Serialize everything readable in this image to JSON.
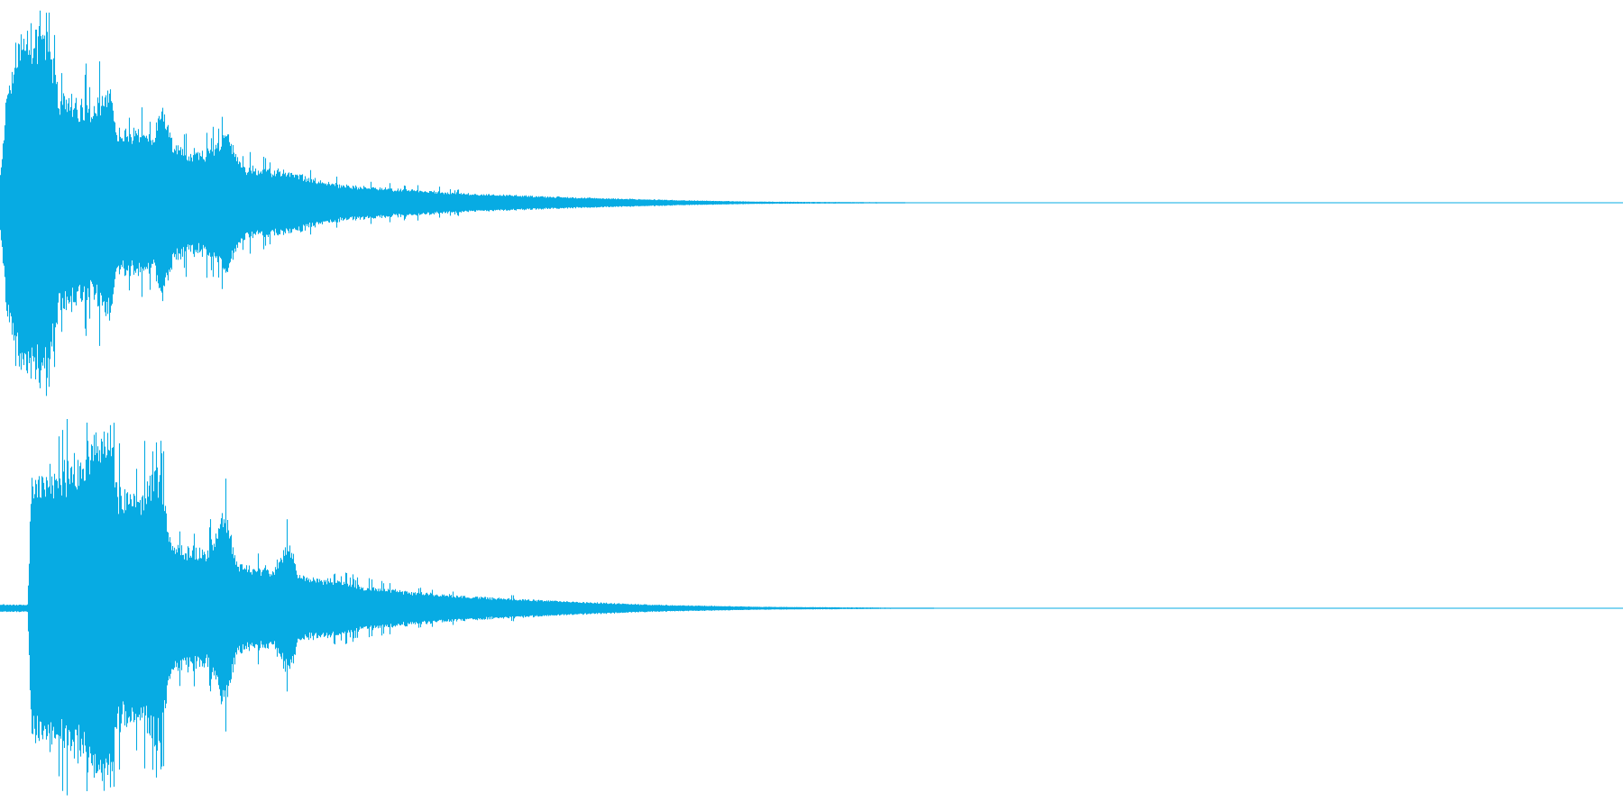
{
  "waveform": {
    "color": "#07ABE3",
    "background": "#FFFFFF",
    "channels": [
      {
        "name": "",
        "onset_fraction": 0.0,
        "envelope": [
          [
            0.0,
            0.15
          ],
          [
            0.004,
            0.6
          ],
          [
            0.01,
            0.9
          ],
          [
            0.02,
            0.97
          ],
          [
            0.03,
            0.96
          ],
          [
            0.036,
            0.6
          ],
          [
            0.056,
            0.55
          ],
          [
            0.068,
            0.62
          ],
          [
            0.072,
            0.4
          ],
          [
            0.094,
            0.38
          ],
          [
            0.1,
            0.52
          ],
          [
            0.108,
            0.3
          ],
          [
            0.126,
            0.28
          ],
          [
            0.14,
            0.38
          ],
          [
            0.15,
            0.2
          ],
          [
            0.18,
            0.17
          ],
          [
            0.19,
            0.14
          ],
          [
            0.21,
            0.1
          ],
          [
            0.24,
            0.08
          ],
          [
            0.29,
            0.05
          ],
          [
            0.36,
            0.028
          ],
          [
            0.43,
            0.012
          ],
          [
            0.47,
            0.006
          ],
          [
            0.545,
            0.003
          ],
          [
            0.56,
            0.0
          ]
        ]
      },
      {
        "name": "",
        "onset_fraction": 0.018,
        "envelope": [
          [
            0.0,
            0.02
          ],
          [
            0.017,
            0.02
          ],
          [
            0.019,
            0.72
          ],
          [
            0.03,
            0.75
          ],
          [
            0.045,
            0.8
          ],
          [
            0.055,
            0.9
          ],
          [
            0.068,
            0.97
          ],
          [
            0.072,
            0.65
          ],
          [
            0.086,
            0.62
          ],
          [
            0.098,
            0.78
          ],
          [
            0.106,
            0.35
          ],
          [
            0.128,
            0.33
          ],
          [
            0.138,
            0.55
          ],
          [
            0.146,
            0.25
          ],
          [
            0.168,
            0.22
          ],
          [
            0.178,
            0.37
          ],
          [
            0.184,
            0.18
          ],
          [
            0.21,
            0.15
          ],
          [
            0.225,
            0.12
          ],
          [
            0.255,
            0.09
          ],
          [
            0.3,
            0.06
          ],
          [
            0.36,
            0.035
          ],
          [
            0.4,
            0.02
          ],
          [
            0.47,
            0.008
          ],
          [
            0.54,
            0.004
          ],
          [
            0.58,
            0.0
          ]
        ]
      }
    ]
  }
}
